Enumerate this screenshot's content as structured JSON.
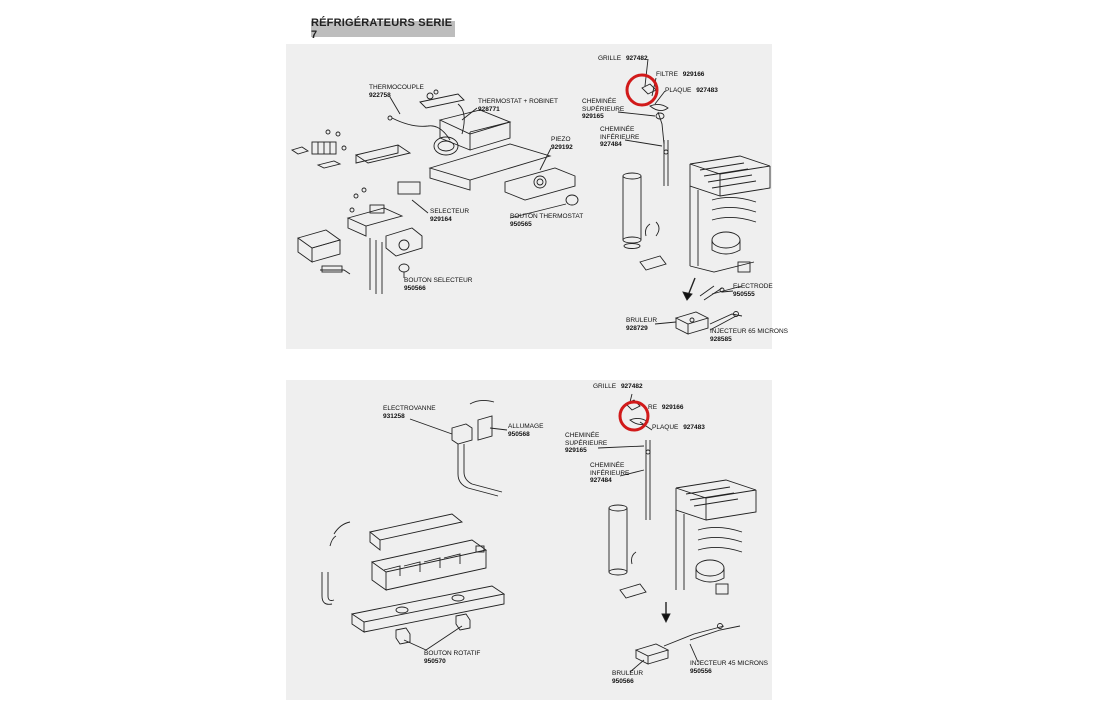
{
  "title": "RÉFRIGÉRATEURS SERIE 7",
  "accent_color": "#d11a1a",
  "panel_color": "#efefef",
  "top_left": {
    "thermocouple": {
      "name": "THERMOCOUPLE",
      "ref": "922758"
    },
    "thermostat": {
      "name": "THERMOSTAT + ROBINET",
      "ref": "928771"
    },
    "piezo": {
      "name": "PIEZO",
      "ref": "929192"
    },
    "selecteur": {
      "name": "SELECTEUR",
      "ref": "929164"
    },
    "bouton_thermostat": {
      "name": "BOUTON THERMOSTAT",
      "ref": "950565"
    },
    "bouton_selecteur": {
      "name": "BOUTON SELECTEUR",
      "ref": "950566"
    }
  },
  "top_right": {
    "grille": {
      "name": "GRILLE",
      "ref": "927482"
    },
    "filtre": {
      "name": "FILTRE",
      "ref": "929166"
    },
    "plaque": {
      "name": "PLAQUE",
      "ref": "927483"
    },
    "cheminee_sup": {
      "name1": "CHEMINÉE",
      "name2": "SUPÉRIEURE",
      "ref": "929165"
    },
    "cheminee_inf": {
      "name1": "CHEMINÉE",
      "name2": "INFÉRIEURE",
      "ref": "927484"
    },
    "electrode": {
      "name": "ELECTRODE",
      "ref": "950555"
    },
    "bruleur": {
      "name": "BRULEUR",
      "ref": "928729"
    },
    "injecteur": {
      "name": "INJECTEUR 65 MICRONS",
      "ref": "928585"
    }
  },
  "bottom_left": {
    "electrovanne": {
      "name": "ELECTROVANNE",
      "ref": "931258"
    },
    "allumage": {
      "name": "ALLUMAGE",
      "ref": "950568"
    },
    "bouton_rotatif": {
      "name": "BOUTON ROTATIF",
      "ref": "950570"
    }
  },
  "bottom_right": {
    "grille": {
      "name": "GRILLE",
      "ref": "927482"
    },
    "filtre": {
      "name": "RE",
      "ref": "929166"
    },
    "plaque": {
      "name": "PLAQUE",
      "ref": "927483"
    },
    "cheminee_sup": {
      "name1": "CHEMINÉE",
      "name2": "SUPÉRIEURE",
      "ref": "929165"
    },
    "cheminee_inf": {
      "name1": "CHEMINÉE",
      "name2": "INFÉRIEURE",
      "ref": "927484"
    },
    "injecteur": {
      "name": "INJECTEUR 45 MICRONS",
      "ref": "950556"
    },
    "bruleur": {
      "name": "BRULEUR",
      "ref": "950566"
    }
  }
}
